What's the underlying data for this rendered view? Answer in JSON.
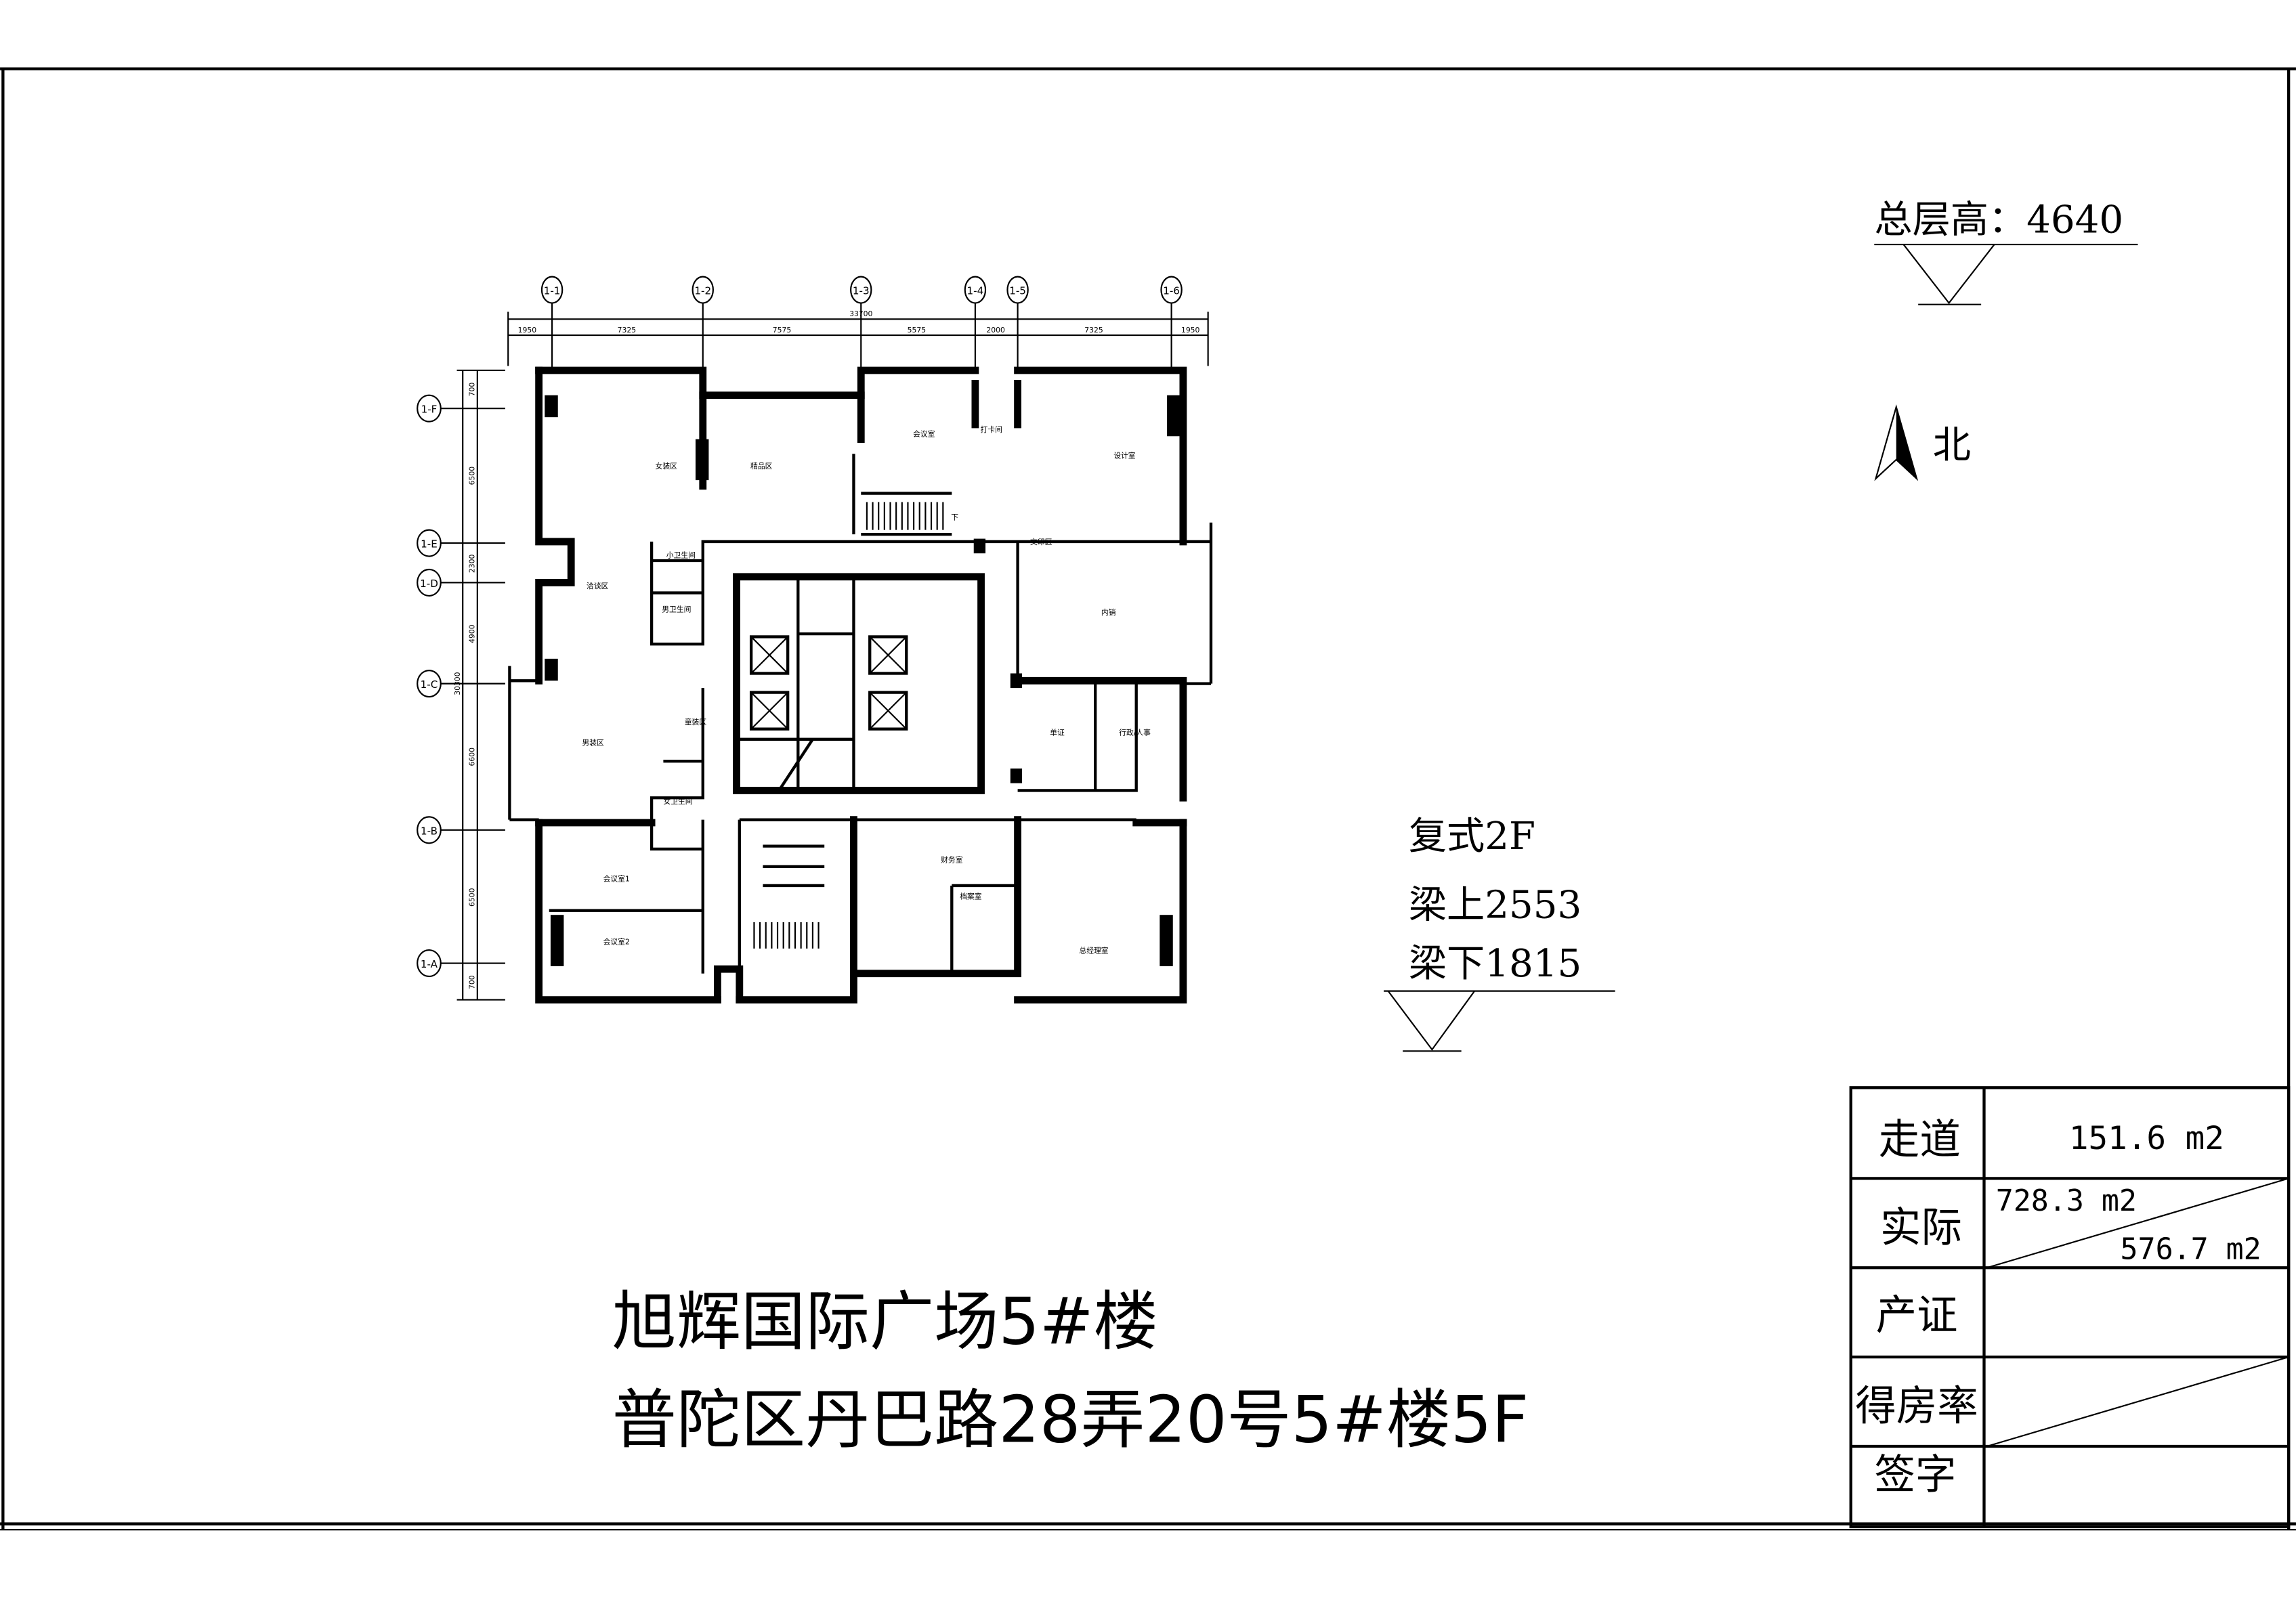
{
  "header": {
    "total_height_label": "总层高：4640"
  },
  "north": {
    "label": "北"
  },
  "level": {
    "name": "复式2F",
    "beam_top": "梁上2553",
    "beam_bottom": "梁下1815"
  },
  "title": {
    "line1": "旭辉国际广场5#楼",
    "line2": "普陀区丹巴路28弄20号5#楼5F"
  },
  "table": {
    "corridor_label": "走道",
    "corridor_value": "151.6 m2",
    "actual_label": "实际",
    "actual_value_top": "728.3 m2",
    "actual_value_bottom": "576.7 m2",
    "certificate_label": "产证",
    "ratio_label": "得房率",
    "signature_label": "签字"
  },
  "plan": {
    "axes_x": [
      "1-1",
      "1-2",
      "1-3",
      "1-4",
      "1-5",
      "1-6"
    ],
    "axes_y": [
      "1-F",
      "1-E",
      "1-D",
      "1-C",
      "1-B",
      "1-A"
    ],
    "dims_x": [
      "1950",
      "7325",
      "7575",
      "5575",
      "2000",
      "7325",
      "1950"
    ],
    "dim_x_total": "33700",
    "dims_y": [
      "700",
      "6500",
      "2300",
      "4900",
      "6600",
      "6500",
      "700"
    ],
    "dim_y_total": "30300",
    "rooms": [
      "女装区",
      "精品区",
      "会议室",
      "打卡间",
      "设计室",
      "文印区",
      "小卫生间",
      "洽谈区",
      "男卫生间",
      "童装区",
      "男装区",
      "内销",
      "单证",
      "行政/人事",
      "女卫生间",
      "会议室1",
      "会议室2",
      "财务室",
      "档案室",
      "总经理室",
      "下"
    ]
  }
}
